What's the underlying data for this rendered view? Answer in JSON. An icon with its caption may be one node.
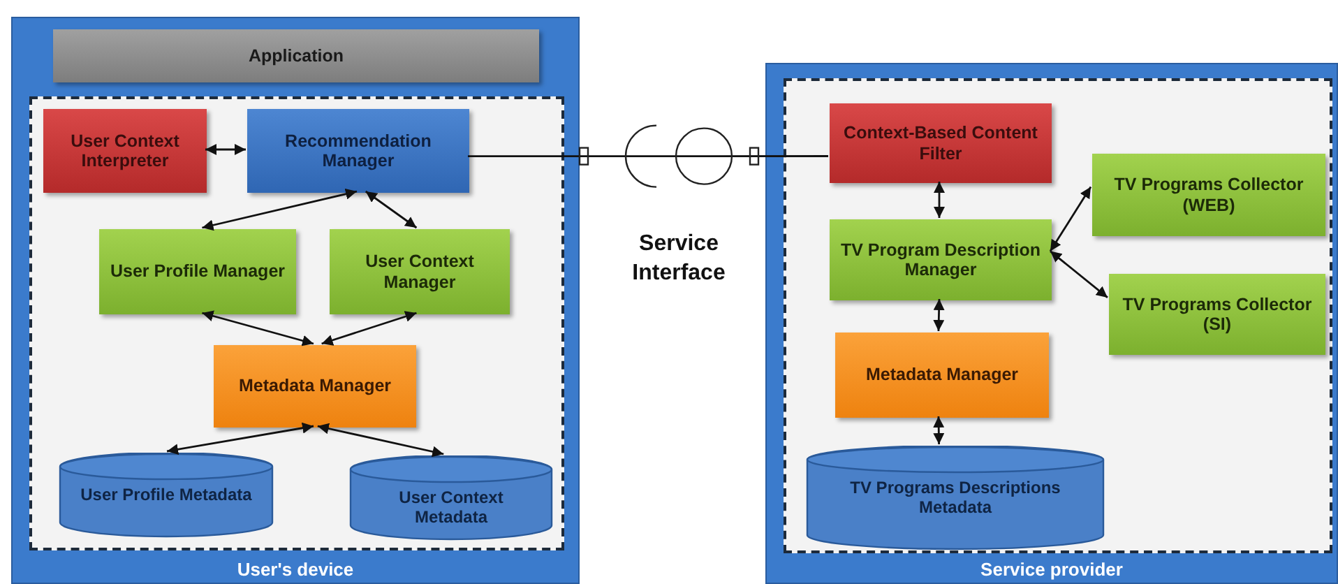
{
  "diagram": {
    "nodes": [
      {
        "text": [
          "User's device"
        ]
      },
      {
        "text": [
          "Application"
        ],
        "in": 0
      },
      {
        "text": [
          "User Context Interpreter"
        ],
        "in": 0
      },
      {
        "text": [
          "Recommendation Manager"
        ],
        "in": 0
      },
      {
        "text": [
          "User Profile Manager"
        ],
        "in": 0
      },
      {
        "text": [
          "User Context Manager"
        ],
        "in": 0
      },
      {
        "text": [
          "Metadata Manager"
        ],
        "in": 0
      },
      {
        "text": [
          "User Profile Metadata"
        ],
        "in": 0
      },
      {
        "text": [
          "User Context Metadata"
        ],
        "in": 0
      },
      {
        "text": [
          "Service provider"
        ]
      },
      {
        "text": [
          "Context-Based Content Filter"
        ],
        "in": 9
      },
      {
        "text": [
          "TV Program Description Manager"
        ],
        "in": 9
      },
      {
        "text": [
          "Metadata Manager"
        ],
        "in": 9
      },
      {
        "text": [
          "TV Programs Descriptions Metadata"
        ],
        "in": 9
      },
      {
        "text": [
          "TV Programs Collector (WEB)"
        ],
        "in": 9
      },
      {
        "text": [
          "TV Programs Collector (SI)"
        ],
        "in": 9
      }
    ],
    "edges": [
      {
        "from": 2,
        "to": 3,
        "arrow": "both"
      },
      {
        "from": 3,
        "to": 4,
        "arrow": "both"
      },
      {
        "from": 3,
        "to": 5,
        "arrow": "both"
      },
      {
        "from": 4,
        "to": 6,
        "arrow": "both"
      },
      {
        "from": 5,
        "to": 6,
        "arrow": "both"
      },
      {
        "from": 6,
        "to": 7,
        "arrow": "both"
      },
      {
        "from": 6,
        "to": 8,
        "arrow": "both"
      },
      {
        "from": 3,
        "to": 10,
        "arrow": "none"
      },
      {
        "from": 10,
        "to": 11,
        "arrow": "both"
      },
      {
        "from": 11,
        "to": 12,
        "arrow": "both"
      },
      {
        "from": 12,
        "to": 13,
        "arrow": "both"
      },
      {
        "from": 11,
        "to": 14,
        "arrow": "both"
      },
      {
        "from": 11,
        "to": 15,
        "arrow": "both"
      }
    ],
    "labels": [
      "Service Interface"
    ]
  }
}
